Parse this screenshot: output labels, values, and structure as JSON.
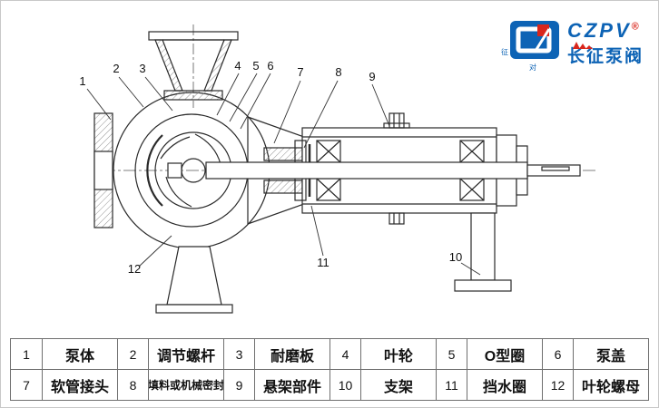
{
  "logo": {
    "brand": "CZPV",
    "reg_mark": "®",
    "name": "长征泵阀",
    "seal_left": "征",
    "seal_bottom": "对",
    "brand_color": "#0d63b5",
    "accent_color": "#d9261c"
  },
  "callouts": [
    "1",
    "2",
    "3",
    "4",
    "5",
    "6",
    "7",
    "8",
    "9",
    "10",
    "11",
    "12"
  ],
  "parts": [
    {
      "no": "1",
      "name": "泵体"
    },
    {
      "no": "2",
      "name": "调节螺杆"
    },
    {
      "no": "3",
      "name": "耐磨板"
    },
    {
      "no": "4",
      "name": "叶轮"
    },
    {
      "no": "5",
      "name": "O型圈"
    },
    {
      "no": "6",
      "name": "泵盖"
    },
    {
      "no": "7",
      "name": "软管接头"
    },
    {
      "no": "8",
      "name": "填料或机械密封"
    },
    {
      "no": "9",
      "name": "悬架部件"
    },
    {
      "no": "10",
      "name": "支架"
    },
    {
      "no": "11",
      "name": "挡水圈"
    },
    {
      "no": "12",
      "name": "叶轮螺母"
    }
  ]
}
